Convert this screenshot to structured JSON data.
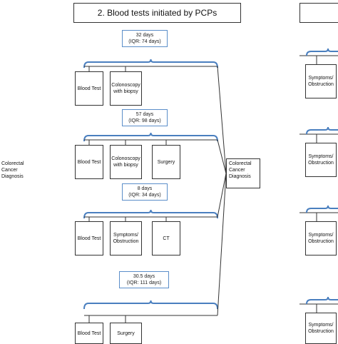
{
  "panel_title": "2. Blood tests initiated by PCPs",
  "left_diagnosis": "Colorectal Cancer Diagnosis",
  "center_diagnosis": "Colorectal Cancer Diagnosis",
  "pathways": [
    {
      "duration": "32 days",
      "iqr": "(IQR: 74 days)",
      "steps": [
        "Blood Test",
        "Colonoscopy with biopsy"
      ]
    },
    {
      "duration": "57 days",
      "iqr": "(IQR: 98 days)",
      "steps": [
        "Blood Test",
        "Colonoscopy with biopsy",
        "Surgery"
      ]
    },
    {
      "duration": "8 days",
      "iqr": "(IQR: 34 days)",
      "steps": [
        "Blood Test",
        "Symptoms/ Obstruction",
        "CT"
      ]
    },
    {
      "duration": "30.5 days",
      "iqr": "(IQR: 111 days)",
      "steps": [
        "Blood Test",
        "Surgery"
      ]
    }
  ],
  "right_panel": {
    "steps": [
      "Symptoms/ Obstruction",
      "Symptoms/ Obstruction",
      "Symptoms/ Obstruction",
      "Symptoms/ Obstruction"
    ]
  }
}
